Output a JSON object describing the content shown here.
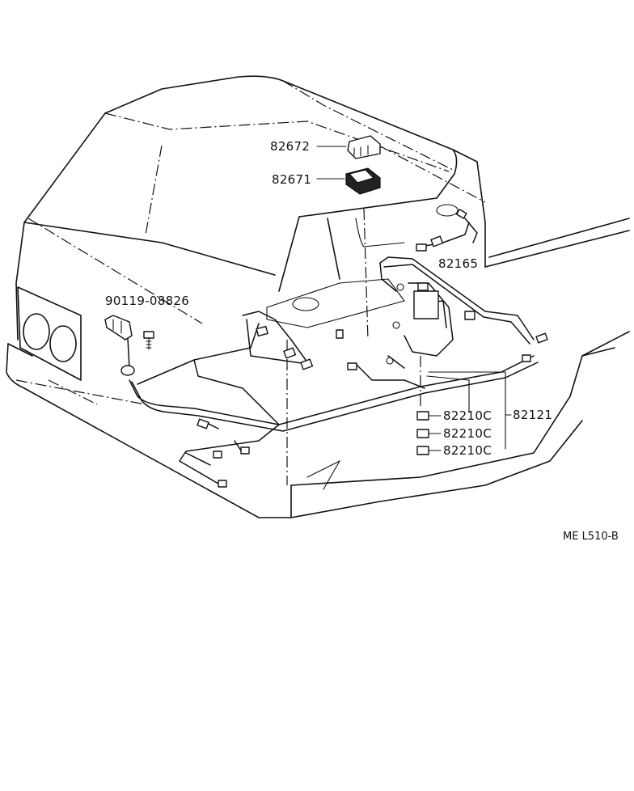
{
  "labels": {
    "p82672": "82672",
    "p82671": "82671",
    "p82165": "82165",
    "p90119": "90119-08826",
    "p82210a": "82210C",
    "p82210b": "82210C",
    "p82210c": "82210C",
    "p82121": "82121"
  },
  "figure_code": "ME L510-B"
}
